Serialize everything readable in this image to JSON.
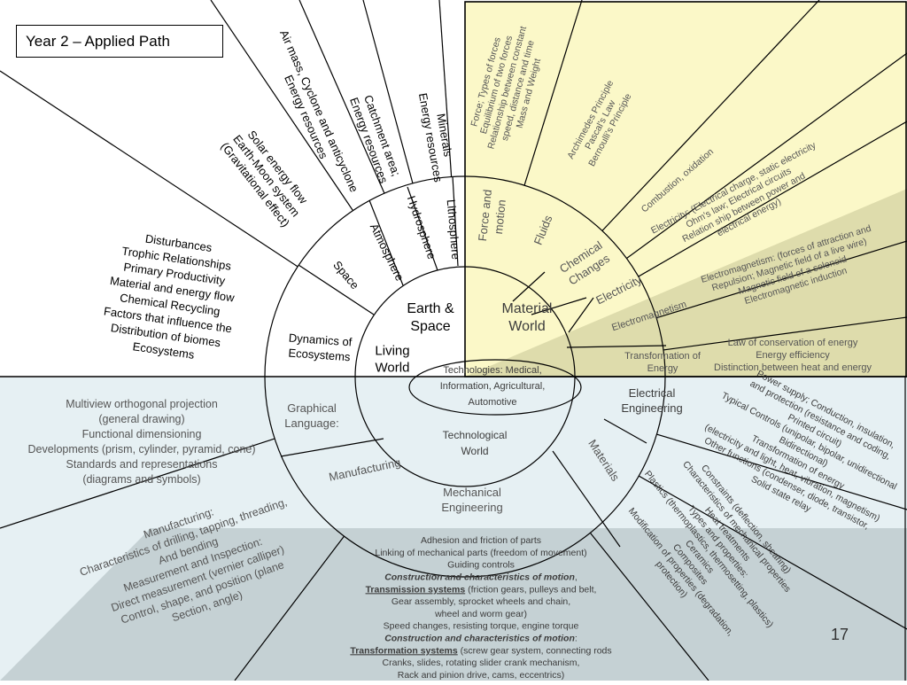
{
  "title": "Year 2 – Applied Path",
  "page_number": "17",
  "center": {
    "earth_space": [
      "Earth &",
      "Space"
    ],
    "material_world": [
      "Material",
      "World"
    ],
    "living_world": [
      "Living",
      "World"
    ],
    "technological_world": [
      "Technological",
      "World"
    ],
    "technologies": [
      "Technologies:  Medical,",
      "Information, Agricultural,",
      "Automotive"
    ]
  },
  "earth_space": {
    "rings": {
      "space": "Space",
      "atmosphere": "Atmosphere",
      "hydrosphere": "Hydrosphere",
      "lithosphere": "Lithosphere"
    },
    "topics": {
      "space": [
        "Solar energy flow",
        "Earth-Moon system",
        "(Gravitational effect)"
      ],
      "atmosphere": [
        "Air mass, Cyclone and anticyclone",
        "Energy resources"
      ],
      "hydrosphere": [
        "Catchment area;",
        "Energy resources"
      ],
      "lithosphere": [
        "Minerals",
        "Energy resources"
      ]
    }
  },
  "living_world": {
    "ring": [
      "Dynamics of",
      "Ecosystems"
    ],
    "topics": [
      "Disturbances",
      "Trophic Relationships",
      "Primary Productivity",
      "Material and energy flow",
      "Chemical Recycling",
      "Factors that influence the",
      "Distribution of biomes",
      "Ecosystems"
    ]
  },
  "material_world": {
    "rings": {
      "force_motion": [
        "Force and",
        "motion"
      ],
      "fluids": "Fluids",
      "chemical_changes": [
        "Chemical",
        "Changes"
      ],
      "electricity": "Electricity",
      "electromagnetism": "Electromagnetism",
      "transformation": [
        "Transformation of",
        "Energy"
      ]
    },
    "topics": {
      "force_motion": [
        "Force; Types of forces",
        "Equilibrium of two forces",
        "Relationship between constant",
        "speed, distance and time",
        "Mass and Weight"
      ],
      "fluids": [
        "Archimedes Principle",
        "Pascal's Law",
        "Bernoulli's Principle"
      ],
      "chemical_changes": "Combustion, oxidation",
      "electricity": [
        "Electricity: (Electrical charge, static electricity",
        "Ohm's law; Electrical circuits",
        "Relation ship between power and",
        "electrical energy)"
      ],
      "electromagnetism": [
        "Electromagnetism: (forces of attraction and",
        "Repulsion; Magnetic field of a live wire)",
        "Magnetic field of a solenoid",
        "Electromagnetic induction"
      ],
      "transformation": [
        "Law of conservation of energy",
        "Energy efficiency",
        "Distinction between heat and energy"
      ]
    }
  },
  "technological_world": {
    "rings": {
      "graphical": [
        "Graphical",
        "Language:"
      ],
      "manufacturing": "Manufacturing",
      "mechanical": [
        "Mechanical",
        "Engineering"
      ],
      "materials": "Materials",
      "electrical": [
        "Electrical",
        "Engineering"
      ]
    },
    "topics": {
      "graphical": [
        "Multiview orthogonal projection",
        "(general drawing)",
        "Functional dimensioning",
        "Developments (prism, cylinder, pyramid, cone)",
        "Standards and representations",
        "(diagrams and symbols)"
      ],
      "manufacturing": [
        "Manufacturing:",
        "Characteristics of drilling, tapping, threading,",
        "And bending",
        "Measurement and Inspection:",
        "Direct measurement (vernier calliper)",
        "Control, shape, and position (plane",
        "Section, angle)"
      ],
      "mechanical": [
        {
          "text": "Adhesion and friction of parts"
        },
        {
          "text": "Linking of mechanical parts (freedom of movement)"
        },
        {
          "text": "Guiding controls"
        },
        {
          "bi": "Construction and characteristics of motion",
          "rest": ","
        },
        {
          "ul": "Transmission systems",
          "rest": " (friction gears, pulleys and belt,"
        },
        {
          "text": "Gear assembly, sprocket wheels and chain,"
        },
        {
          "text": "wheel and worm gear)"
        },
        {
          "text": "Speed changes, resisting torque, engine torque"
        },
        {
          "bi": "Construction and characteristics of motion",
          "rest": ":"
        },
        {
          "ul": "Transformation systems",
          "rest": " (screw gear system, connecting rods"
        },
        {
          "text": "Cranks, slides, rotating slider crank mechanism,"
        },
        {
          "text": "Rack and pinion drive, cams, eccentrics)"
        }
      ],
      "materials": [
        "Constraints (deflection, shearing)",
        "Characteristics of mechanical properties",
        "Heat treatments",
        "Types and properties:",
        "Plastics (thermoplastics, thermosetting, plastics)",
        "Ceramics",
        "Composites",
        "Modification of properties (degradation,",
        "protection)"
      ],
      "electrical": [
        "Power supply; Conduction, insulation,",
        "and protection (resistance and coding,",
        "Printed circuit)",
        "Typical Controls (unipolar, bipolar, unidirectional",
        "Bidirectional)",
        "Transformation of energy",
        "(electricity and light, heat, vibration, magnetism)",
        "Other functions (condenser, diode, transistor,",
        "Solid state relay"
      ]
    }
  },
  "colors": {
    "material_bg": "#fbf8c8",
    "material_dark": "#dedcac",
    "tech_bg": "#e6f0f3",
    "tech_dark": "#c5d1d4",
    "line": "#000000",
    "gray_text": "#555555"
  }
}
